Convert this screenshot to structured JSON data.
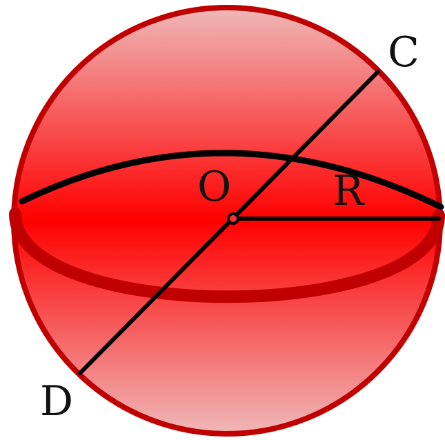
{
  "figure": {
    "labels": {
      "center": "O",
      "radius": "R",
      "diameter_top": "C",
      "diameter_bottom": "D"
    },
    "colors": {
      "sphere_edge": "#c00000",
      "sphere_fill_light": "#efb8b8",
      "sphere_fill_mid": "#ff0000",
      "equator_front": "#c00000",
      "lines": "#000000",
      "background": "#ffffff"
    }
  }
}
